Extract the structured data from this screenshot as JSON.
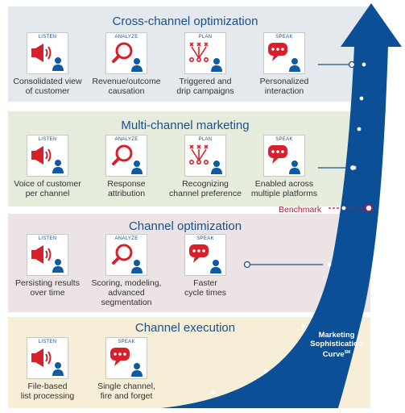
{
  "colors": {
    "bar1": "#e3e9ec",
    "bar2": "#e6ecdc",
    "bar3": "#ece3e5",
    "bar4": "#f6eed7",
    "curve": "#0b4f96",
    "title": "#1b4f8c",
    "benchmark": "#c8102e"
  },
  "bands": [
    {
      "title": "Cross-channel optimization",
      "tiles": [
        {
          "phase": "LISTEN",
          "icon": "megaphone-icon",
          "caption": "Consolidated view\nof customer"
        },
        {
          "phase": "ANALYZE",
          "icon": "magnifier-icon",
          "caption": "Revenue/outcome\ncausation"
        },
        {
          "phase": "PLAN",
          "icon": "plan-diagram-icon",
          "caption": "Triggered and\ndrip campaigns"
        },
        {
          "phase": "SPEAK",
          "icon": "speech-bubble-icon",
          "caption": "Personalized\ninteraction"
        }
      ]
    },
    {
      "title": "Multi-channel marketing",
      "tiles": [
        {
          "phase": "LISTEN",
          "icon": "megaphone-icon",
          "caption": "Voice of customer\nper channel"
        },
        {
          "phase": "ANALYZE",
          "icon": "magnifier-icon",
          "caption": "Response\nattribution"
        },
        {
          "phase": "PLAN",
          "icon": "plan-diagram-icon",
          "caption": "Recognizing\nchannel preference"
        },
        {
          "phase": "SPEAK",
          "icon": "speech-bubble-icon",
          "caption": "Enabled across\nmultiple platforms"
        }
      ]
    },
    {
      "title": "Channel optimization",
      "tiles": [
        {
          "phase": "LISTEN",
          "icon": "megaphone-icon",
          "caption": "Persisting results\nover time"
        },
        {
          "phase": "ANALYZE",
          "icon": "magnifier-icon",
          "caption": "Scoring, modeling,\nadvanced segmentation"
        },
        {
          "phase": "SPEAK",
          "icon": "speech-bubble-icon",
          "caption": "Faster\ncycle times"
        }
      ]
    },
    {
      "title": "Channel execution",
      "tiles": [
        {
          "phase": "LISTEN",
          "icon": "megaphone-icon",
          "caption": "File-based\nlist processing"
        },
        {
          "phase": "SPEAK",
          "icon": "speech-bubble-icon",
          "caption": "Single channel,\nfire and forget"
        }
      ]
    }
  ],
  "benchmark_label": "Benchmark",
  "curve_label": "Marketing\nSophistication\nCurve",
  "curve_label_mark": "SM"
}
